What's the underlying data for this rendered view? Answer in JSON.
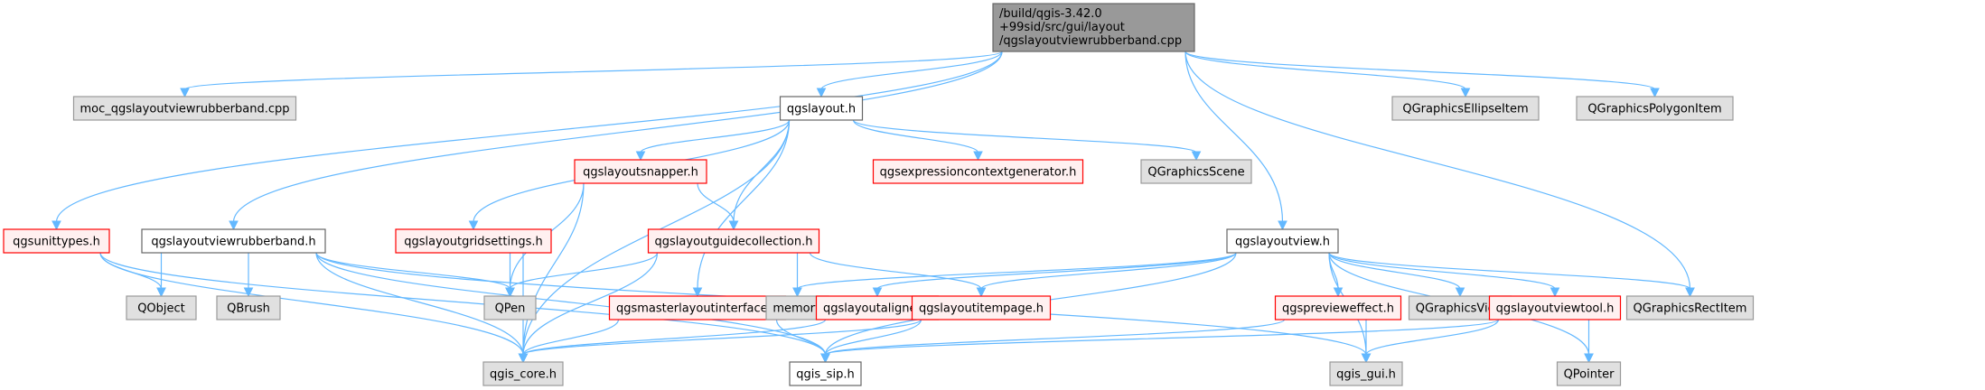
{
  "diagram": {
    "type": "include-dependency-graph",
    "colors": {
      "edge": "#63b8ff",
      "root_fill": "#999999",
      "root_border": "#666666",
      "documented_fill": "#ffffff",
      "documented_border": "#666666",
      "truncated_fill": "#fff0f0",
      "truncated_border": "#ff0000",
      "external_fill": "#e0e0e0",
      "external_border": "#999999"
    },
    "nodes": [
      {
        "id": "root",
        "label_lines": [
          "/build/qgis-3.42.0",
          "+99sid/src/gui/layout",
          "/qgslayoutviewrubberband.cpp"
        ],
        "kind": "root"
      },
      {
        "id": "moc",
        "label_lines": [
          "moc_qgslayoutviewrubberband.cpp"
        ],
        "kind": "external"
      },
      {
        "id": "qgslayout",
        "label_lines": [
          "qgslayout.h"
        ],
        "kind": "documented"
      },
      {
        "id": "ellipse",
        "label_lines": [
          "QGraphicsEllipseItem"
        ],
        "kind": "external"
      },
      {
        "id": "polygon",
        "label_lines": [
          "QGraphicsPolygonItem"
        ],
        "kind": "external"
      },
      {
        "id": "snapper",
        "label_lines": [
          "qgslayoutsnapper.h"
        ],
        "kind": "truncated"
      },
      {
        "id": "exprctx",
        "label_lines": [
          "qgsexpressioncontextgenerator.h"
        ],
        "kind": "truncated"
      },
      {
        "id": "gscene",
        "label_lines": [
          "QGraphicsScene"
        ],
        "kind": "external"
      },
      {
        "id": "unittypes",
        "label_lines": [
          "qgsunittypes.h"
        ],
        "kind": "truncated"
      },
      {
        "id": "rubberh",
        "label_lines": [
          "qgslayoutviewrubberband.h"
        ],
        "kind": "documented"
      },
      {
        "id": "gridsettings",
        "label_lines": [
          "qgslayoutgridsettings.h"
        ],
        "kind": "truncated"
      },
      {
        "id": "guidecoll",
        "label_lines": [
          "qgslayoutguidecollection.h"
        ],
        "kind": "truncated"
      },
      {
        "id": "layoutview",
        "label_lines": [
          "qgslayoutview.h"
        ],
        "kind": "documented"
      },
      {
        "id": "qobject",
        "label_lines": [
          "QObject"
        ],
        "kind": "external"
      },
      {
        "id": "qbrush",
        "label_lines": [
          "QBrush"
        ],
        "kind": "external"
      },
      {
        "id": "qpen",
        "label_lines": [
          "QPen"
        ],
        "kind": "external"
      },
      {
        "id": "masteriface",
        "label_lines": [
          "qgsmasterlayoutinterface.h"
        ],
        "kind": "truncated"
      },
      {
        "id": "memory",
        "label_lines": [
          "memory"
        ],
        "kind": "external"
      },
      {
        "id": "aligner",
        "label_lines": [
          "qgslayoutaligner.h"
        ],
        "kind": "truncated"
      },
      {
        "id": "itempage",
        "label_lines": [
          "qgslayoutitempage.h"
        ],
        "kind": "truncated"
      },
      {
        "id": "preview",
        "label_lines": [
          "qgspreviewеffect.h"
        ],
        "kind": "truncated"
      },
      {
        "id": "gview",
        "label_lines": [
          "QGraphicsView"
        ],
        "kind": "external"
      },
      {
        "id": "viewtool",
        "label_lines": [
          "qgslayoutviewtool.h"
        ],
        "kind": "truncated"
      },
      {
        "id": "rectitem",
        "label_lines": [
          "QGraphicsRectItem"
        ],
        "kind": "external"
      },
      {
        "id": "core",
        "label_lines": [
          "qgis_core.h"
        ],
        "kind": "external"
      },
      {
        "id": "sip",
        "label_lines": [
          "qgis_sip.h"
        ],
        "kind": "documented"
      },
      {
        "id": "gui",
        "label_lines": [
          "qgis_gui.h"
        ],
        "kind": "external"
      },
      {
        "id": "qpointer",
        "label_lines": [
          "QPointer"
        ],
        "kind": "external"
      }
    ],
    "edges": [
      [
        "root",
        "moc"
      ],
      [
        "root",
        "qgslayout"
      ],
      [
        "root",
        "ellipse"
      ],
      [
        "root",
        "polygon"
      ],
      [
        "root",
        "unittypes"
      ],
      [
        "root",
        "rubberh"
      ],
      [
        "root",
        "layoutview"
      ],
      [
        "root",
        "rectitem"
      ],
      [
        "qgslayout",
        "snapper"
      ],
      [
        "qgslayout",
        "exprctx"
      ],
      [
        "qgslayout",
        "gscene"
      ],
      [
        "qgslayout",
        "gridsettings"
      ],
      [
        "qgslayout",
        "guidecoll"
      ],
      [
        "qgslayout",
        "masteriface"
      ],
      [
        "qgslayout",
        "core"
      ],
      [
        "snapper",
        "guidecoll"
      ],
      [
        "snapper",
        "qpen"
      ],
      [
        "snapper",
        "core"
      ],
      [
        "gridsettings",
        "qpen"
      ],
      [
        "gridsettings",
        "core"
      ],
      [
        "guidecoll",
        "qpen"
      ],
      [
        "guidecoll",
        "memory"
      ],
      [
        "guidecoll",
        "itempage"
      ],
      [
        "guidecoll",
        "core"
      ],
      [
        "unittypes",
        "qobject"
      ],
      [
        "unittypes",
        "core"
      ],
      [
        "unittypes",
        "sip"
      ],
      [
        "rubberh",
        "qobject"
      ],
      [
        "rubberh",
        "qbrush"
      ],
      [
        "rubberh",
        "qpen"
      ],
      [
        "rubberh",
        "sip"
      ],
      [
        "rubberh",
        "gui"
      ],
      [
        "rubberh",
        "core"
      ],
      [
        "masteriface",
        "core"
      ],
      [
        "masteriface",
        "sip"
      ],
      [
        "aligner",
        "core"
      ],
      [
        "itempage",
        "sip"
      ],
      [
        "itempage",
        "core"
      ],
      [
        "layoutview",
        "memory"
      ],
      [
        "layoutview",
        "aligner"
      ],
      [
        "layoutview",
        "itempage"
      ],
      [
        "layoutview",
        "preview"
      ],
      [
        "layoutview",
        "gview"
      ],
      [
        "layoutview",
        "viewtool"
      ],
      [
        "layoutview",
        "rectitem"
      ],
      [
        "layoutview",
        "sip"
      ],
      [
        "layoutview",
        "gui"
      ],
      [
        "layoutview",
        "qpointer"
      ],
      [
        "preview",
        "sip"
      ],
      [
        "preview",
        "gui"
      ],
      [
        "viewtool",
        "sip"
      ],
      [
        "viewtool",
        "gui"
      ],
      [
        "viewtool",
        "qpointer"
      ]
    ]
  }
}
